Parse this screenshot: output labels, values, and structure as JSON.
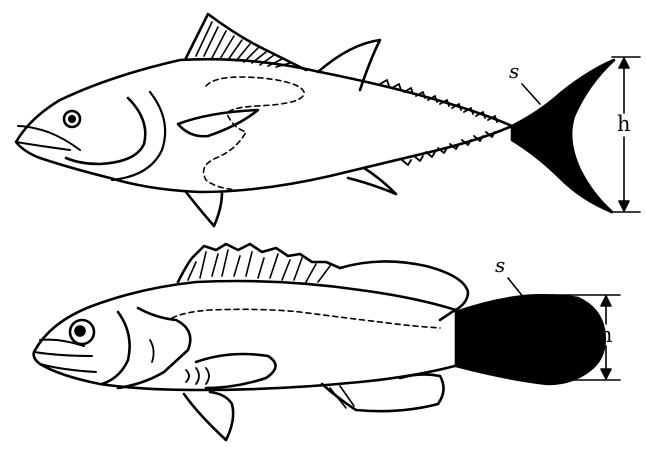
{
  "diagram": {
    "fishes": [
      {
        "id": "tuna",
        "caudal_fin_label": "s",
        "height_label": "h",
        "caudal_fin_shape": "lunate"
      },
      {
        "id": "grouper",
        "caudal_fin_label": "s",
        "height_label": "h",
        "caudal_fin_shape": "rounded"
      }
    ],
    "colors": {
      "ink": "#000000",
      "background": "#ffffff",
      "caudal_fin_fill": "#000000"
    }
  }
}
